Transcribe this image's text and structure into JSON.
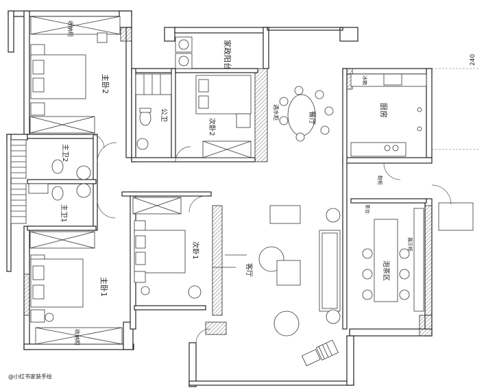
{
  "rooms": {
    "master_bedroom_2": "主卧2",
    "second_bedroom_2": "次卧2",
    "household_balcony": "家政阳台",
    "public_bathroom": "公卫",
    "dining": "餐厅",
    "kitchen": "厨房",
    "master_bath_2": "主卫2",
    "master_bath_1": "主卫1",
    "second_bedroom_1": "次卧1",
    "living_room": "客厅",
    "master_bedroom_1": "主卧1",
    "tea_area": "泡茶区"
  },
  "annotations": {
    "storage_cabinet_top": "收纳柜",
    "storage_cabinet_bottom": "收纳柜",
    "water_bar": "酒水柜",
    "shoe_cabinet": "鞋柜",
    "side_table": "茶台",
    "display_cabinet": "展示柜",
    "kitchen_small": "冰箱",
    "dimension_240": "240"
  },
  "watermark": "@小红书家装手绘"
}
